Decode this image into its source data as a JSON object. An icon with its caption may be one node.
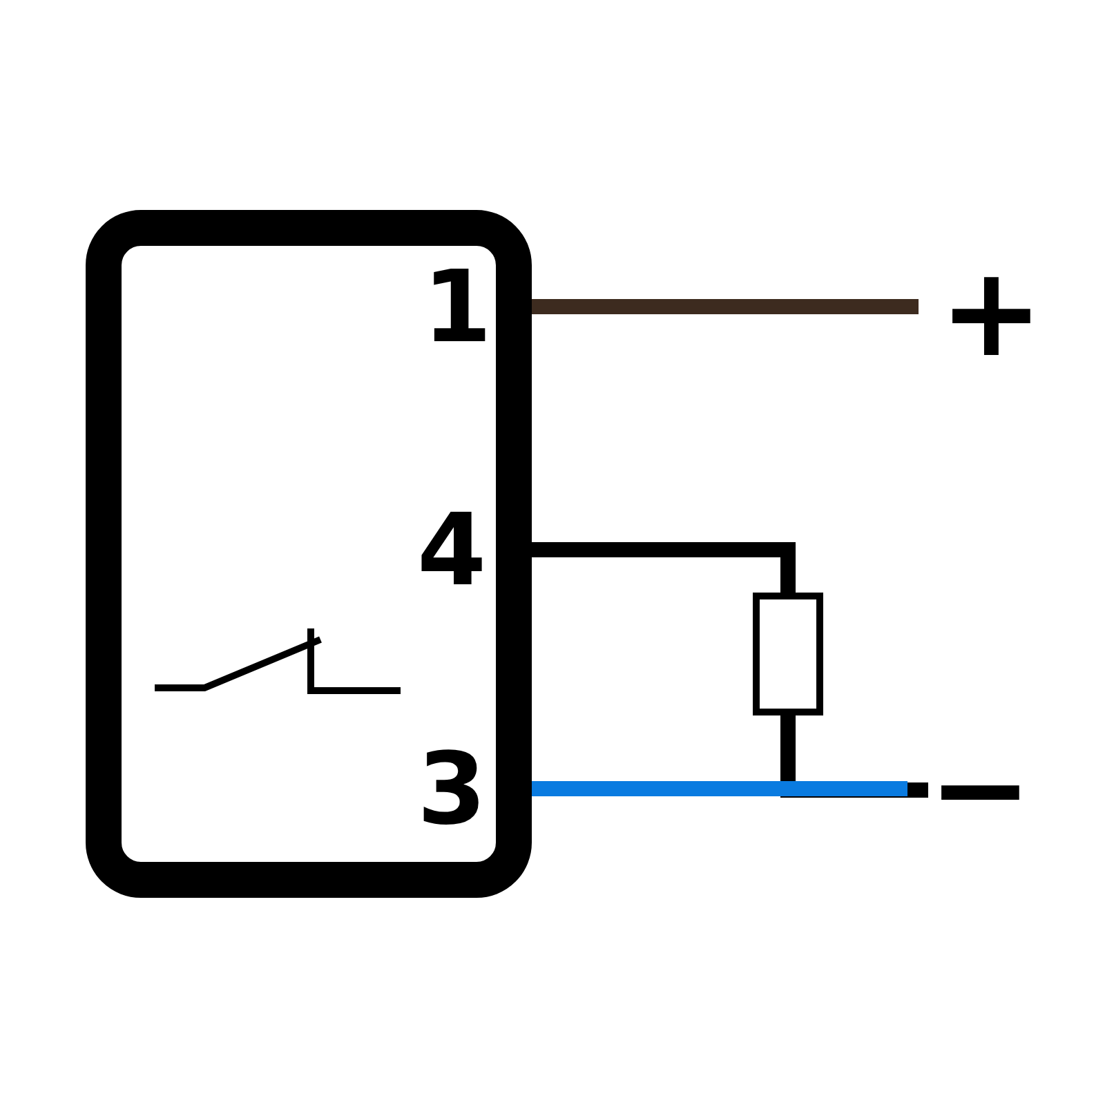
{
  "diagram": {
    "nodes": [
      {
        "text": [],
        "shape": "box"
      },
      {
        "text": [
          "1"
        ],
        "in": 0
      },
      {
        "text": [
          "4"
        ],
        "in": 0
      },
      {
        "text": [
          "3"
        ],
        "in": 0
      },
      {
        "text": [
          "+"
        ]
      },
      {
        "text": [
          "−"
        ]
      },
      {
        "text": [],
        "shape": "box"
      }
    ],
    "edges": [
      {
        "from": 1,
        "to": 4,
        "arrow": "none",
        "color": "#3d2b1f"
      },
      {
        "from": 2,
        "to": 6,
        "arrow": "none"
      },
      {
        "from": 6,
        "to": 5,
        "arrow": "none"
      },
      {
        "from": 3,
        "to": 5,
        "arrow": "none",
        "color": "#0a7be0"
      }
    ]
  }
}
